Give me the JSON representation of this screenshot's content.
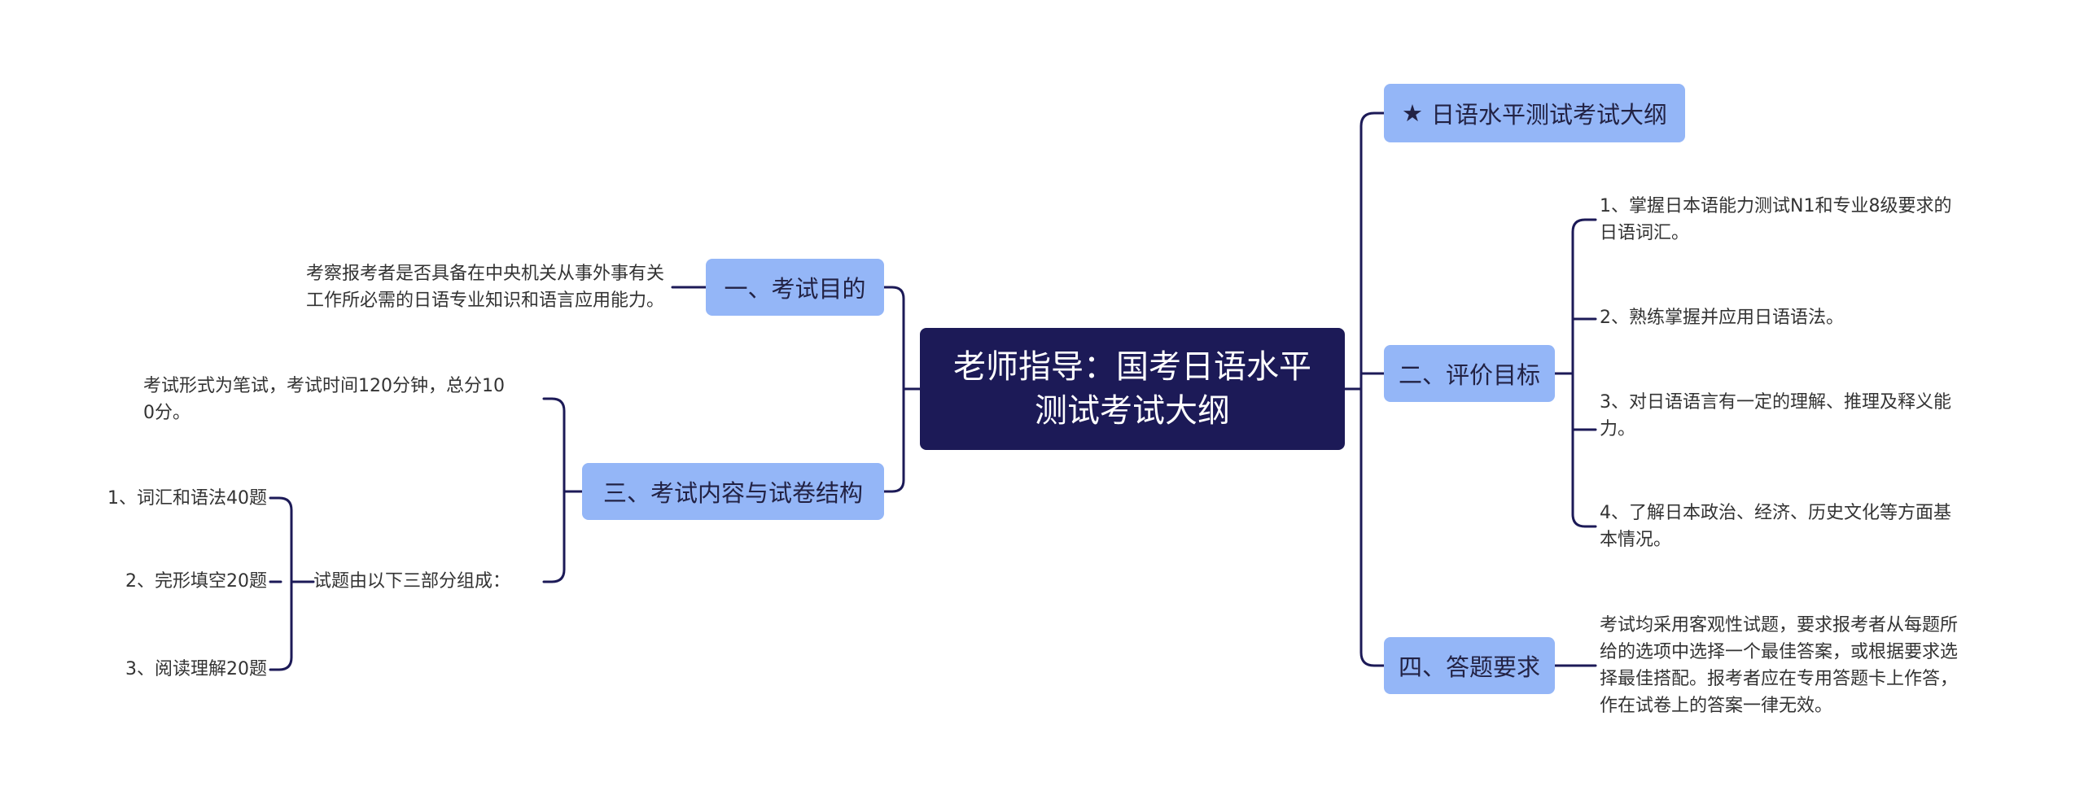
{
  "center": {
    "line1": "老师指导：国考日语水平",
    "line2": "测试考试大纲"
  },
  "right_branches": {
    "b0": {
      "star": "★",
      "label": "日语水平测试考试大纲"
    },
    "b2": {
      "label": "二、评价目标",
      "children": [
        {
          "line1": "1、掌握日本语能力测试N1和专业8级要求的",
          "line2": "日语词汇。"
        },
        {
          "line1": "2、熟练掌握并应用日语语法。"
        },
        {
          "line1": "3、对日语语言有一定的理解、推理及释义能",
          "line2": "力。"
        },
        {
          "line1": "4、了解日本政治、经济、历史文化等方面基",
          "line2": "本情况。"
        }
      ]
    },
    "b4": {
      "label": "四、答题要求",
      "child": {
        "line1": "考试均采用客观性试题，要求报考者从每题所",
        "line2": "给的选项中选择一个最佳答案，或根据要求选",
        "line3": "择最佳搭配。报考者应在专用答题卡上作答，",
        "line4": "作在试卷上的答案一律无效。"
      }
    }
  },
  "left_branches": {
    "b1": {
      "label": "一、考试目的",
      "child": {
        "line1": "考察报考者是否具备在中央机关从事外事有关",
        "line2": "工作所必需的日语专业知识和语言应用能力。"
      }
    },
    "b3": {
      "label": "三、考试内容与试卷结构",
      "form": {
        "line1": "考试形式为笔试，考试时间120分钟，总分10",
        "line2": "0分。"
      },
      "parts": {
        "label": "试题由以下三部分组成：",
        "items": [
          "1、词汇和语法40题",
          "2、完形填空20题",
          "3、阅读理解20题"
        ]
      }
    }
  },
  "colors": {
    "center": "#1c1a57",
    "branch": "#94b6f7",
    "line": "#1c1a57"
  }
}
